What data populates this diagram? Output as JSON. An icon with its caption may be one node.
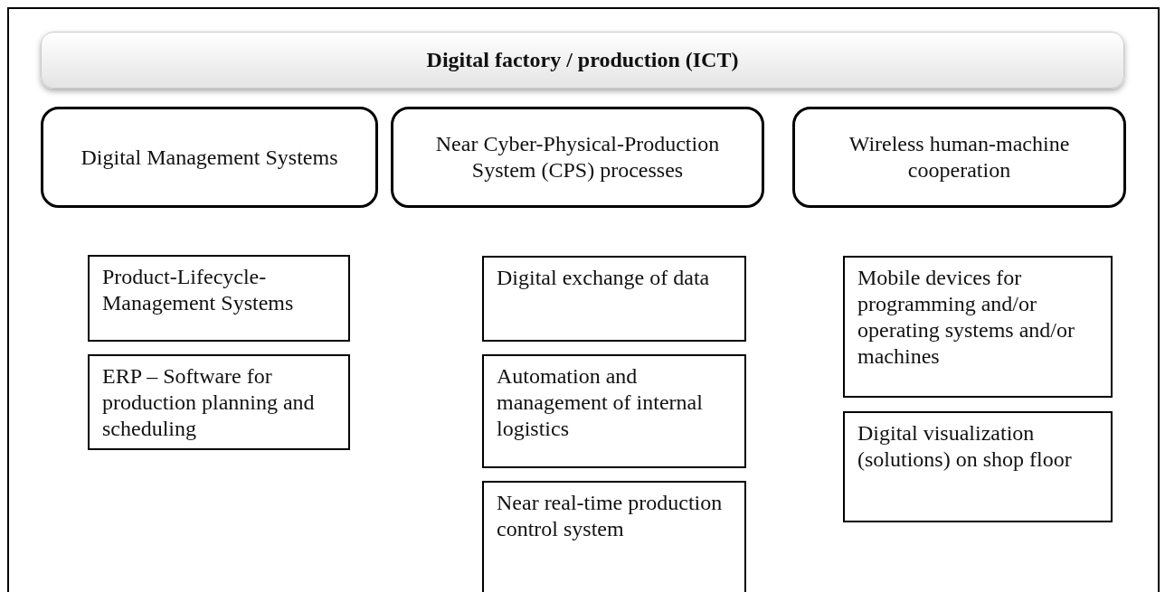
{
  "diagram": {
    "nodes": [
      {
        "text": [
          "Digital factory / production (ICT)"
        ]
      },
      {
        "text": [
          "Digital Management Systems"
        ]
      },
      {
        "text": [
          "Near Cyber-Physical-Production System (CPS) processes"
        ]
      },
      {
        "text": [
          "Wireless human-machine cooperation"
        ]
      },
      {
        "text": [
          "Product-Lifecycle-Management Systems"
        ]
      },
      {
        "text": [
          "ERP – Software for production planning and scheduling"
        ]
      },
      {
        "text": [
          "Digital exchange of data"
        ]
      },
      {
        "text": [
          "Automation and management of internal logistics"
        ]
      },
      {
        "text": [
          "Near real-time production control system"
        ]
      },
      {
        "text": [
          "Mobile devices for programming and/or operating systems and/or machines"
        ]
      },
      {
        "text": [
          "Digital visualization (solutions) on shop floor"
        ]
      }
    ]
  }
}
